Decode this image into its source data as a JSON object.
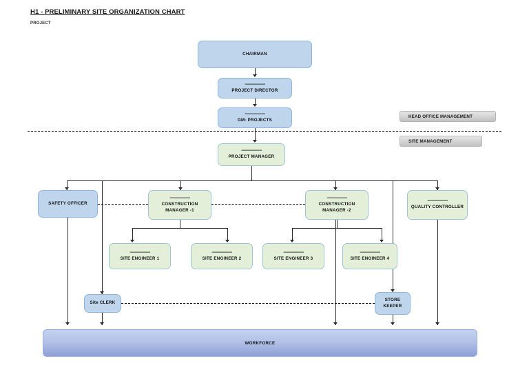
{
  "header": {
    "title": "H1 - PRELIMINARY SITE ORGANIZATION CHART",
    "subtitle": "PROJECT"
  },
  "legend": {
    "head_office": "HEAD OFFICE MANAGEMENT",
    "site": "SITE MANAGEMENT"
  },
  "dash_rule": "---------------------",
  "nodes": {
    "chairman": "CHAIRMAN",
    "project_director": "PROJECT DIRECTOR",
    "gm_projects": "GM- PROJECTS",
    "project_manager": "PROJECT MANAGER",
    "safety_officer": "SAFETY OFFICER",
    "construction_manager_1": "CONSTRUCTION\nMANAGER -1",
    "construction_manager_2": "CONSTRUCTION\nMANAGER -2",
    "quality_controller": "QUALITY CONTROLLER",
    "site_engineer_1": "SITE ENGINEER 1",
    "site_engineer_2": "SITE ENGINEER 2",
    "site_engineer_3": "SITE ENGINEER 3",
    "site_engineer_4": "SITE ENGINEER 4",
    "site_clerk": "Site CLERK",
    "store_keeper": "STORE\nKEEPER",
    "workforce": "WORKFORCE"
  },
  "colors": {
    "blue_fill": "#bed5ec",
    "blue_border": "#8fb4d9",
    "green_fill": "#e4efd9",
    "green_border": "#9fc3d8",
    "workforce_top": "#c3d2ef",
    "workforce_bottom": "#8e9fd6",
    "legend_chip": "#d2d2d2",
    "connector": "#2b2b2b"
  }
}
